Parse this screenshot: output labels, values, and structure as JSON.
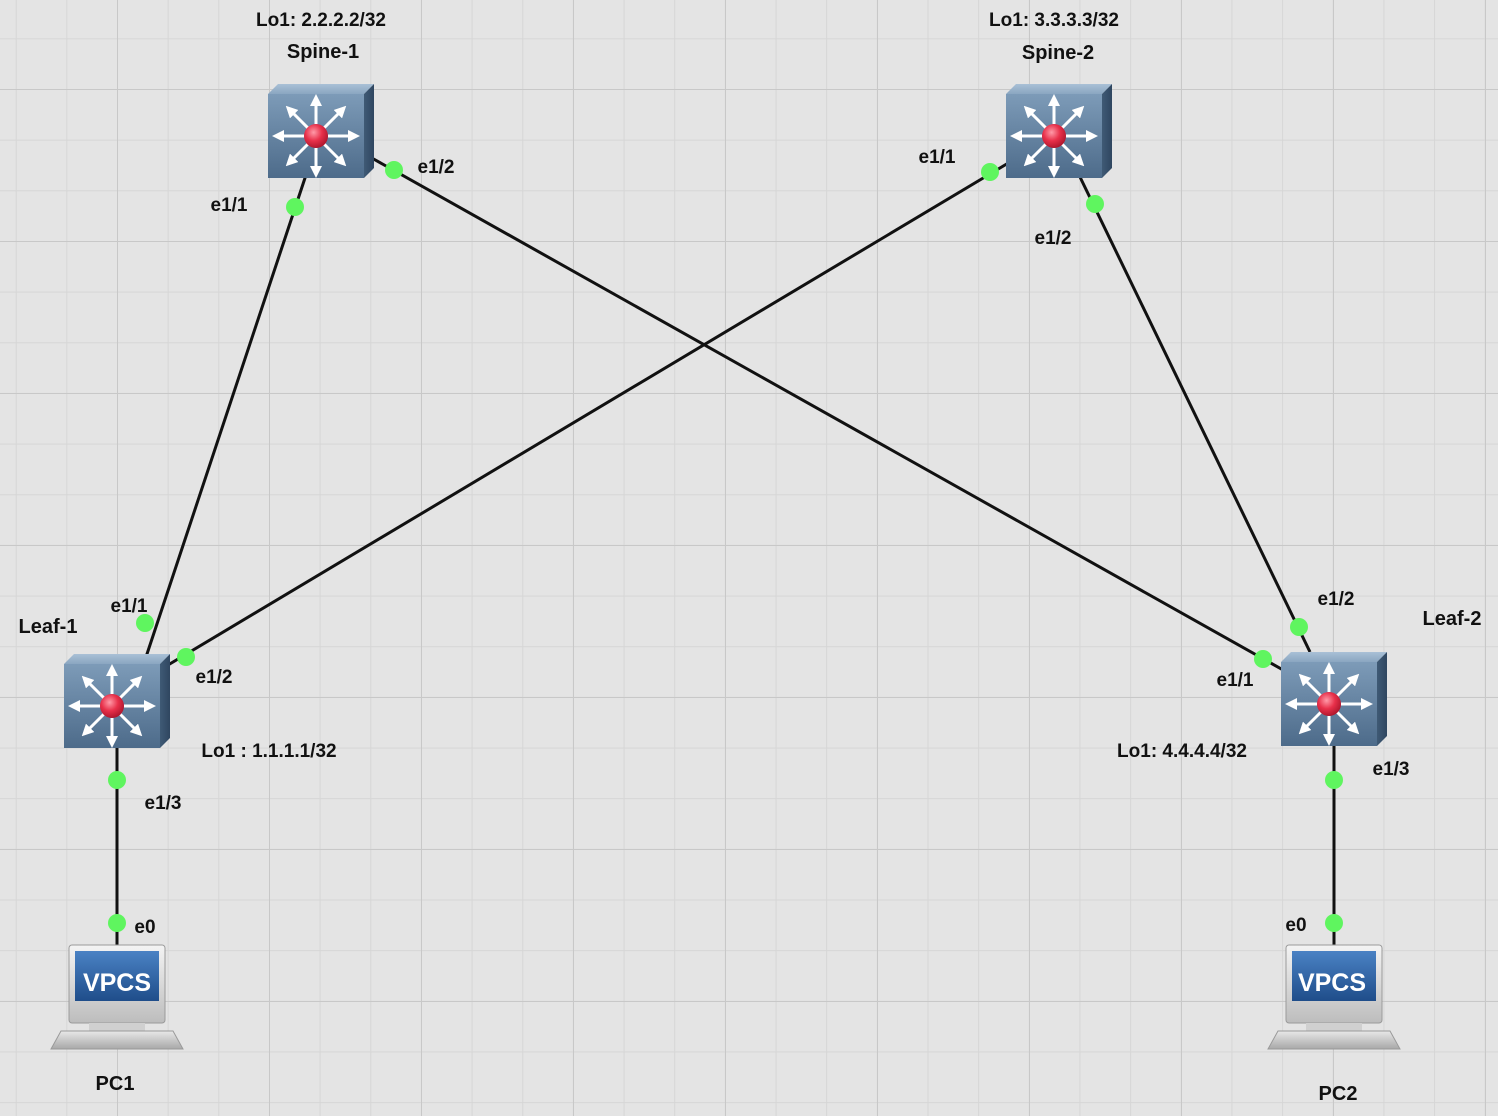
{
  "devices": {
    "spine1": {
      "name": "Spine-1",
      "loopback": "Lo1: 2.2.2.2/32"
    },
    "spine2": {
      "name": "Spine-2",
      "loopback": "Lo1: 3.3.3.3/32"
    },
    "leaf1": {
      "name": "Leaf-1",
      "loopback": "Lo1 : 1.1.1.1/32"
    },
    "leaf2": {
      "name": "Leaf-2",
      "loopback": "Lo1: 4.4.4.4/32"
    },
    "pc1": {
      "name": "PC1",
      "badge": "VPCS"
    },
    "pc2": {
      "name": "PC2",
      "badge": "VPCS"
    }
  },
  "ports": {
    "spine1_e11": "e1/1",
    "spine1_e12": "e1/2",
    "spine2_e11": "e1/1",
    "spine2_e12": "e1/2",
    "leaf1_e11": "e1/1",
    "leaf1_e12": "e1/2",
    "leaf1_e13": "e1/3",
    "leaf2_e11": "e1/1",
    "leaf2_e12": "e1/2",
    "leaf2_e13": "e1/3",
    "pc1_e0": "e0",
    "pc2_e0": "e0"
  },
  "colors": {
    "link": "#111111",
    "port_up": "#5ff55f",
    "switch_body": "#5b7a9a",
    "switch_center": "#e8304a",
    "vpcs_screen": "#2a5ea0"
  }
}
